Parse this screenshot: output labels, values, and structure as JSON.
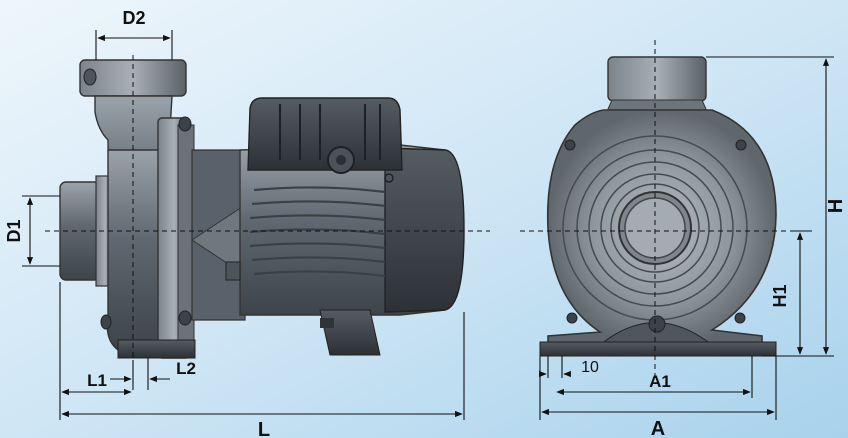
{
  "diagram": {
    "background_colors": [
      "#eaf4fb",
      "#c7e2f3",
      "#9fcde9"
    ],
    "dimension_labels": {
      "d2": "D2",
      "d1": "D1",
      "l1": "L1",
      "l2": "L2",
      "l": "L",
      "h": "H",
      "h1": "H1",
      "a1": "A1",
      "a": "A",
      "ten": "10"
    }
  }
}
